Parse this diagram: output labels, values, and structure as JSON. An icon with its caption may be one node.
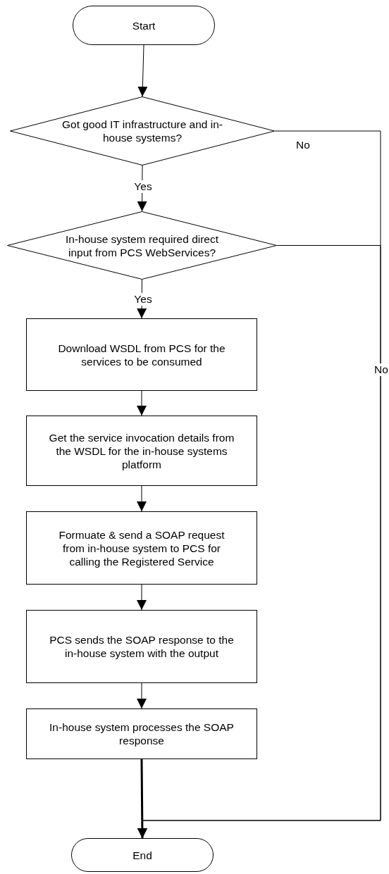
{
  "diagram": {
    "nodes": [
      {
        "text": [
          "Start"
        ]
      },
      {
        "text": [
          "Got good IT infrastructure and in-house systems?"
        ]
      },
      {
        "text": [
          "In-house system required direct input from PCS WebServices?"
        ]
      },
      {
        "text": [
          "Download WSDL from PCS for the services to be consumed"
        ]
      },
      {
        "text": [
          "Get the service invocation details from the WSDL for the in-house systems platform"
        ]
      },
      {
        "text": [
          "Formuate & send a SOAP request from in-house system to PCS for calling the Registered Service"
        ]
      },
      {
        "text": [
          "PCS sends the SOAP response to the in-house system with the output"
        ]
      },
      {
        "text": [
          "In-house system processes the SOAP response"
        ]
      },
      {
        "text": [
          "End"
        ]
      }
    ],
    "edges": [
      {
        "from": 0,
        "to": 1,
        "arrow": "to"
      },
      {
        "from": 1,
        "to": 2,
        "arrow": "to",
        "label": "Yes"
      },
      {
        "from": 2,
        "to": 3,
        "arrow": "to",
        "label": "Yes"
      },
      {
        "from": 3,
        "to": 4,
        "arrow": "to"
      },
      {
        "from": 4,
        "to": 5,
        "arrow": "to"
      },
      {
        "from": 5,
        "to": 6,
        "arrow": "to"
      },
      {
        "from": 6,
        "to": 7,
        "arrow": "to"
      },
      {
        "from": 7,
        "to": 8,
        "arrow": "to",
        "style": "thick"
      },
      {
        "from": 1,
        "to": 8,
        "arrow": "to",
        "label": "No"
      },
      {
        "from": 2,
        "to": 8,
        "arrow": "to",
        "label": "No"
      }
    ]
  }
}
